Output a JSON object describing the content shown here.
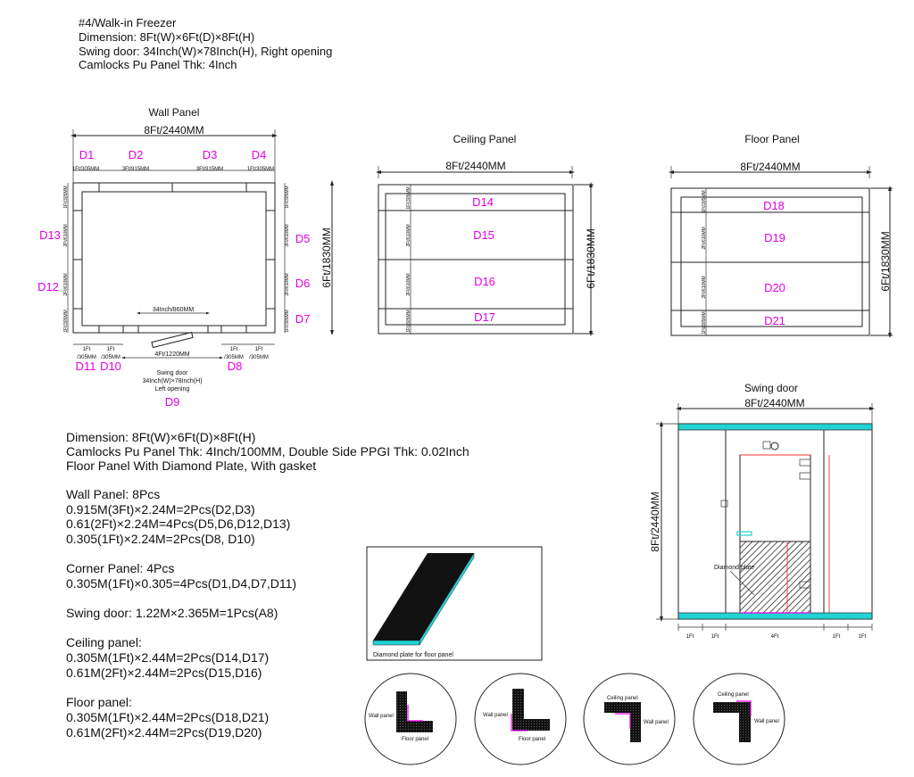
{
  "header": {
    "lines": [
      "#4/Walk-in Freezer",
      "Dimension: 8Ft(W)×6Ft(D)×8Ft(H)",
      "Swing door: 34Inch(W)×78Inch(H), Right opening",
      "Camlocks Pu Panel Thk: 4Inch"
    ]
  },
  "wall_panel": {
    "title": "Wall Panel",
    "width_dim": "8Ft/2440MM",
    "depth_dim": "6Ft/1830MM",
    "top_labels": [
      "D1",
      "D2",
      "D3",
      "D4"
    ],
    "top_dims": [
      "1Ft/305MM",
      "3Ft/915MM",
      "3Ft/915MM",
      "1Ft/305MM"
    ],
    "right_labels": [
      "D5",
      "D6",
      "D7"
    ],
    "left_labels": [
      "D13",
      "D12"
    ],
    "side_dims": [
      "1Ft/305MM",
      "2Ft/610MM",
      "2Ft/610MM",
      "1Ft/305MM"
    ],
    "door_width_dim": "34Inch/860MM",
    "bottom_dims_top": [
      "1Ft",
      "1Ft",
      "1Ft",
      "1Ft"
    ],
    "bottom_dims_bottom": [
      "/305MM",
      "/305MM",
      "/305MM",
      "/305MM"
    ],
    "door_panel_dim": "4Ft/1220MM",
    "bottom_labels": [
      "D11",
      "D10",
      "D8"
    ],
    "door_note": [
      "Swing door",
      "34Inch(W)×78Inch(H)",
      "Left opening"
    ],
    "door_label": "D9"
  },
  "ceiling_panel": {
    "title": "Ceiling Panel",
    "width_dim": "8Ft/2440MM",
    "depth_dim": "6Ft/1830MM",
    "labels": [
      "D14",
      "D15",
      "D16",
      "D17"
    ],
    "side_dims": [
      "1Ft/305MM",
      "2Ft/610MM",
      "2Ft/610MM",
      "1Ft/305MM"
    ]
  },
  "floor_panel": {
    "title": "Floor Panel",
    "width_dim": "8Ft/2440MM",
    "depth_dim": "6Ft/1830MM",
    "labels": [
      "D18",
      "D19",
      "D20",
      "D21"
    ],
    "side_dims": [
      "1Ft/305MM",
      "2Ft/610MM",
      "2Ft/610MM",
      "1Ft/305MM"
    ]
  },
  "swing_door": {
    "title": "Swing door",
    "width_dim": "8Ft/2440MM",
    "height_dim": "8Ft/2440MM",
    "bottom_dims": [
      "1Ft",
      "1Ft",
      "4Ft",
      "1Ft",
      "1Ft"
    ],
    "callout": "Diamond plate"
  },
  "spec": {
    "lines": [
      "Dimension: 8Ft(W)×6Ft(D)×8Ft(H)",
      "Camlocks Pu Panel Thk: 4Inch/100MM, Double Side PPGI Thk: 0.02Inch",
      "Floor Panel With Diamond Plate, With gasket"
    ],
    "wall": [
      "Wall Panel: 8Pcs",
      "0.915M(3Ft)×2.24M=2Pcs(D2,D3)",
      "0.61(2Ft)×2.24M=4Pcs(D5,D6,D12,D13)",
      "0.305(1Ft)×2.24M=2Pcs(D8, D10)"
    ],
    "corner": [
      "Corner Panel: 4Pcs",
      "0.305M(1Ft)×0.305=4Pcs(D1,D4,D7,D11)"
    ],
    "door": "Swing door: 1.22M×2.365M=1Pcs(A8)",
    "ceiling": [
      "Ceiling panel:",
      "0.305M(1Ft)×2.44M=2Pcs(D14,D17)",
      "0.61M(2Ft)×2.44M=2Pcs(D15,D16)"
    ],
    "floor": [
      "Floor panel:",
      "0.305M(1Ft)×2.44M=2Pcs(D18,D21)",
      "0.61M(2Ft)×2.44M=2Pcs(D19,D20)"
    ]
  },
  "diamond_plate": {
    "caption": "Diamond plate for floor panel"
  },
  "details": [
    {
      "a": "Wall panel",
      "b": "Floor panel"
    },
    {
      "a": "Wall panel",
      "b": "Floor panel"
    },
    {
      "a": "Ceiling panel",
      "b": "Wall panel"
    },
    {
      "a": "Ceiling panel",
      "b": "Wall panel"
    }
  ],
  "colors": {
    "label": "#e600e6",
    "insulation": "#22d3d3",
    "dimension_red": "#ff3030"
  }
}
